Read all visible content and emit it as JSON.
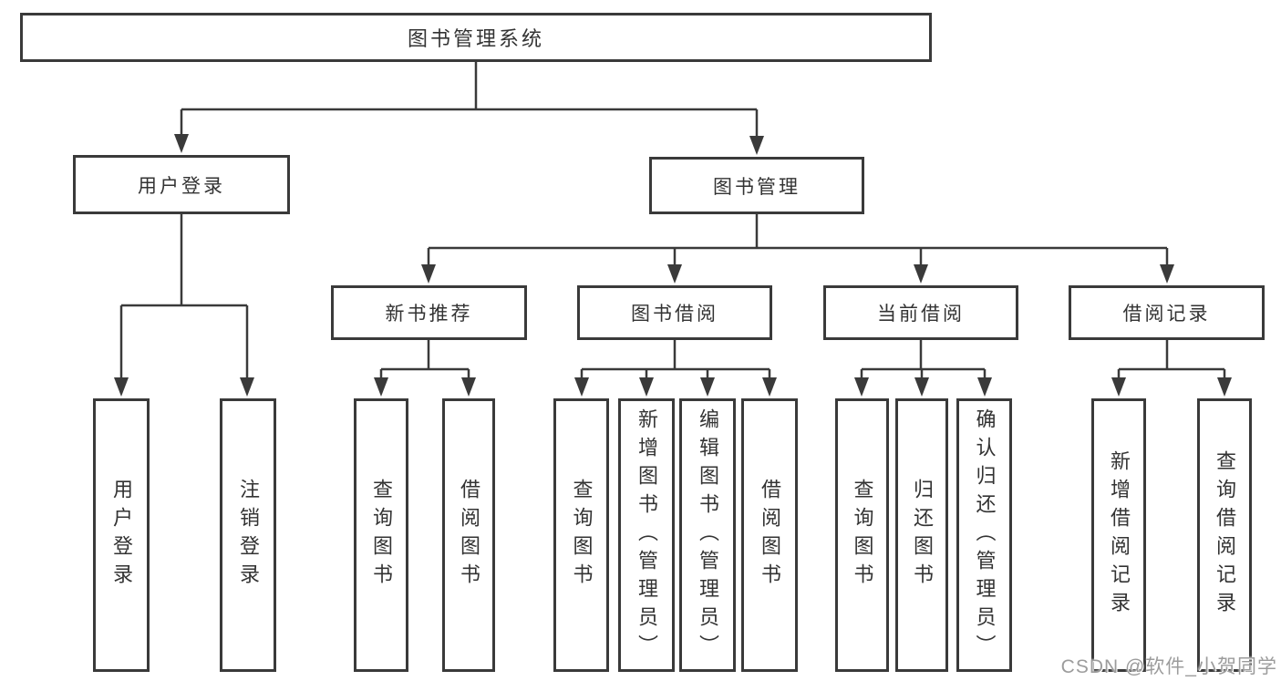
{
  "diagram": {
    "root": {
      "label": "图书管理系统"
    },
    "level2": [
      {
        "label": "用户登录"
      },
      {
        "label": "图书管理"
      }
    ],
    "level3": [
      {
        "label": "新书推荐"
      },
      {
        "label": "图书借阅"
      },
      {
        "label": "当前借阅"
      },
      {
        "label": "借阅记录"
      }
    ],
    "leaves": [
      {
        "label": "用户登录"
      },
      {
        "label": "注销登录"
      },
      {
        "label": "查询图书"
      },
      {
        "label": "借阅图书"
      },
      {
        "label": "查询图书"
      },
      {
        "label": "新增图书（管理员）"
      },
      {
        "label": "编辑图书（管理员）"
      },
      {
        "label": "借阅图书"
      },
      {
        "label": "查询图书"
      },
      {
        "label": "归还图书"
      },
      {
        "label": "确认归还（管理员）"
      },
      {
        "label": "新增借阅记录"
      },
      {
        "label": "查询借阅记录"
      }
    ]
  },
  "watermark": {
    "text": "CSDN @软件_小贺同学"
  },
  "colors": {
    "line": "#3a3a3a",
    "border": "#3a3a3a",
    "text": "#333333",
    "background": "#ffffff",
    "watermark": "#9c9c9c"
  }
}
